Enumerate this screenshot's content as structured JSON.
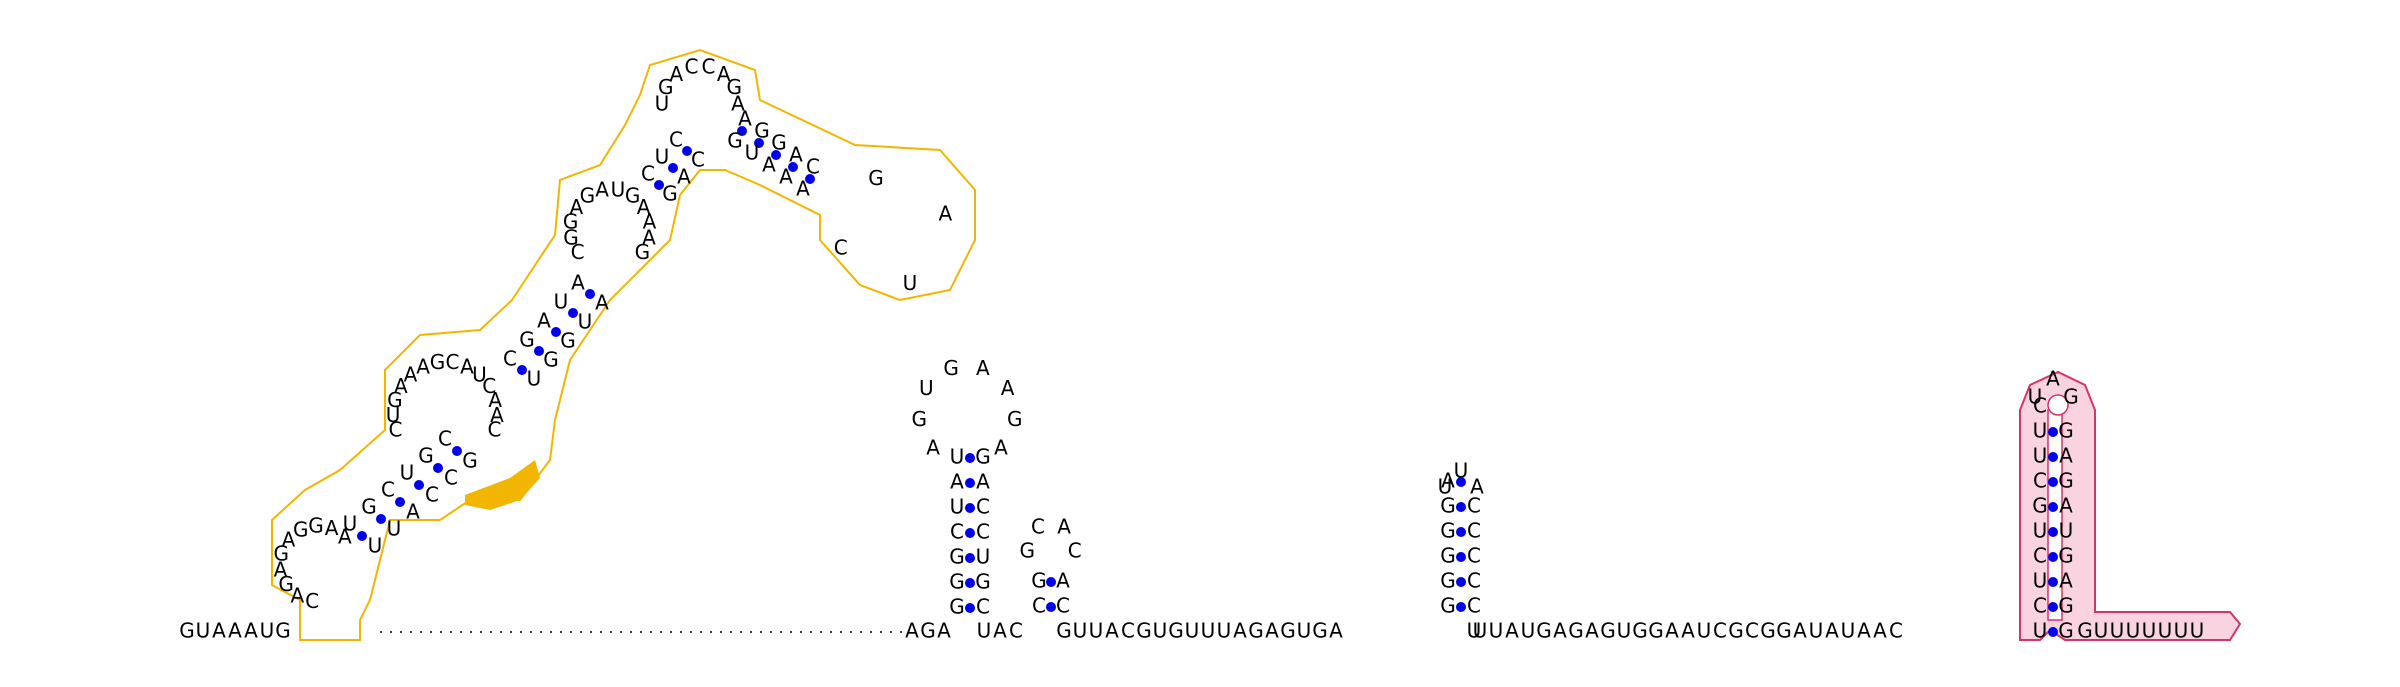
{
  "sequence_5p_tail": "GUAAAUG",
  "right_of_hairpin1": "AGAUAC",
  "hairpin2_loop": "GCAC",
  "linker_a": "GUUACGUGUUUAGAGUGA",
  "hairpin3_loop": "UUA",
  "linker_b": "UUAUGAGAGUGGAAUCGCGGAUAUAAC",
  "terminator_loop": "UAG",
  "poly_u_tail": "GUUUUUUU",
  "colors": {
    "pair_dot": "#0000ee",
    "yellow_outline": "#f2b600",
    "yellow_fill": "#f2b600",
    "pink_outline": "#d6336c",
    "pink_fill": "#f9d4e0",
    "text": "#000000"
  },
  "highlights": [
    {
      "name": "yellow-region",
      "color": "#f2b600"
    },
    {
      "name": "pink-terminator",
      "color": "#d6336c"
    }
  ],
  "hairpin1": {
    "stem_left": "UAUCGGG",
    "stem_right": "GACCUGC",
    "loop": "AGUGAAGA"
  },
  "hairpin3": {
    "stem_left": "AGGGGG",
    "stem_right": "CCCCCU"
  },
  "terminator": {
    "stem_left": "CUUCGUCUCU",
    "stem_right": "GAGAUGAGG"
  },
  "left_structure": {
    "bases_text": "CAGAGAGGAAUUGUCAUCGCCGCUGAAAGCAUCAACCUGGAGUUAACGGAGAUGAAAGCGUACCUGACCAGAAGGUGAAACAGAUC"
  }
}
